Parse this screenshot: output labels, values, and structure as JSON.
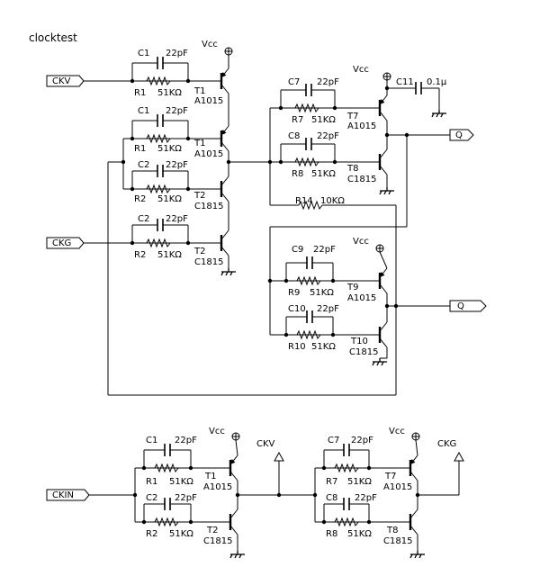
{
  "title": "clocktest",
  "vcc": "Vcc",
  "ports": {
    "ckv": "CKV",
    "ckg": "CKG",
    "q": "Q",
    "q_bar": "Q",
    "ckin": "CKIN",
    "ckv_out": "CKV",
    "ckg_out": "CKG"
  },
  "parts": {
    "c1": "C1",
    "c2": "C2",
    "c7": "C7",
    "c8": "C8",
    "c9": "C9",
    "c10": "C10",
    "c11": "C11",
    "r1": "R1",
    "r2": "R2",
    "r7": "R7",
    "r8": "R8",
    "r9": "R9",
    "r10": "R10",
    "r14": "R14",
    "t1": "T1",
    "t2": "T2",
    "t7": "T7",
    "t8": "T8",
    "t9": "T9",
    "t10": "T10"
  },
  "values": {
    "cap": "22pF",
    "c11": "0.1μ",
    "res": "51KΩ",
    "r14": "10KΩ",
    "pnp": "A1015",
    "npn": "C1815"
  }
}
